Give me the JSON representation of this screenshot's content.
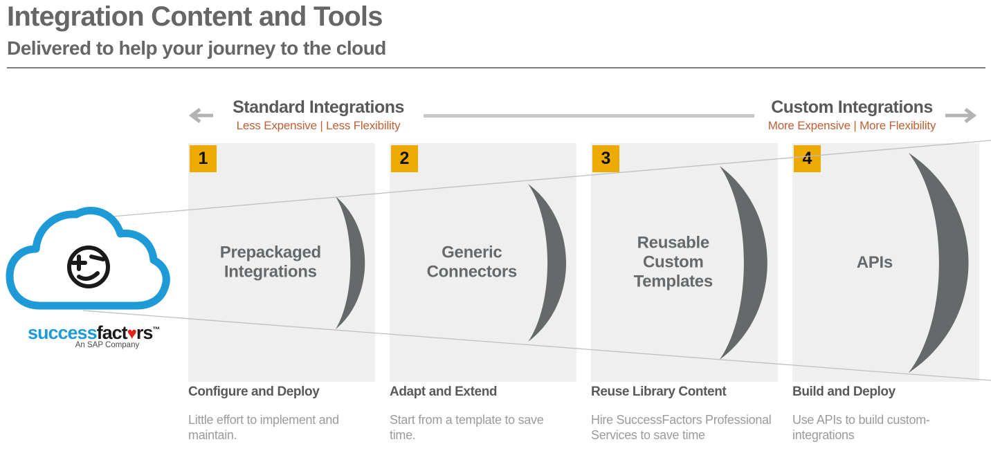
{
  "slide": {
    "title": "Integration Content and Tools",
    "subtitle": "Delivered to help your journey to the cloud"
  },
  "spectrum": {
    "standard": {
      "title": "Standard Integrations",
      "subtitle": "Less Expensive | Less Flexibility"
    },
    "custom": {
      "title": "Custom Integrations",
      "subtitle": "More Expensive | More Flexibility"
    }
  },
  "logo": {
    "part_blue": "success",
    "part_black_a": "fact",
    "heart": "♥",
    "part_black_b": "rs",
    "trademark": "™",
    "tagline": "An SAP Company"
  },
  "columns": [
    {
      "number": "1",
      "label": "Prepackaged\nIntegrations",
      "heading": "Configure and Deploy",
      "description": "Little effort to implement and maintain."
    },
    {
      "number": "2",
      "label": "Generic\nConnectors",
      "heading": "Adapt and Extend",
      "description": "Start from a template to save time."
    },
    {
      "number": "3",
      "label": "Reusable\nCustom\nTemplates",
      "heading": "Reuse Library Content",
      "description": "Hire SuccessFactors Professional Services to save time"
    },
    {
      "number": "4",
      "label": "APIs",
      "heading": "Build and Deploy",
      "description": "Use APIs to build custom-integrations"
    }
  ],
  "colors": {
    "title_gray": "#666666",
    "dark_gray": "#595959",
    "accent_orange": "#bf5e33",
    "badge_gold": "#edaa00",
    "box_bg": "#efefef",
    "crescent_gray": "#66696a",
    "body_gray": "#9b9b9b",
    "brand_blue": "#1e9ad6",
    "heart_red": "#e2231a",
    "funnel_line_gray": "#bfbfbf",
    "arrow_gray": "#b3b3b3"
  }
}
